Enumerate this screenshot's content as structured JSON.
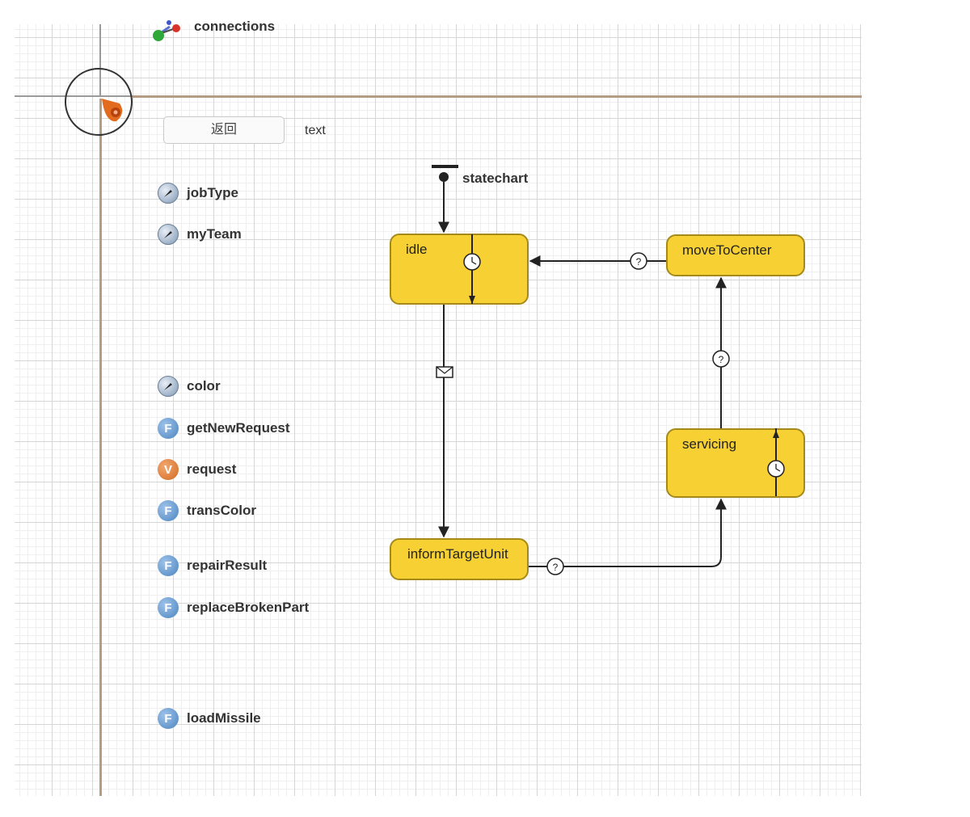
{
  "connections_label": "connections",
  "button_label": "返回",
  "text_element": "text",
  "statechart_label": "statechart",
  "sidebar_items": [
    {
      "label": "jobType",
      "kind": "parameter"
    },
    {
      "label": "myTeam",
      "kind": "parameter"
    },
    {
      "label": "color",
      "kind": "parameter"
    },
    {
      "label": "getNewRequest",
      "kind": "function"
    },
    {
      "label": "request",
      "kind": "variable"
    },
    {
      "label": "transColor",
      "kind": "function"
    },
    {
      "label": "repairResult",
      "kind": "function"
    },
    {
      "label": "replaceBrokenPart",
      "kind": "function"
    },
    {
      "label": "loadMissile",
      "kind": "function"
    }
  ],
  "icon_letters": {
    "function": "F",
    "variable": "V"
  },
  "states": {
    "idle": "idle",
    "moveToCenter": "moveToCenter",
    "servicing": "servicing",
    "informTargetUnit": "informTargetUnit"
  },
  "colors": {
    "state_fill": "#f7d133",
    "state_border": "#a58a1a",
    "axis": "#b79c84",
    "function_icon": "#4c84bf",
    "variable_icon": "#d26a22"
  }
}
